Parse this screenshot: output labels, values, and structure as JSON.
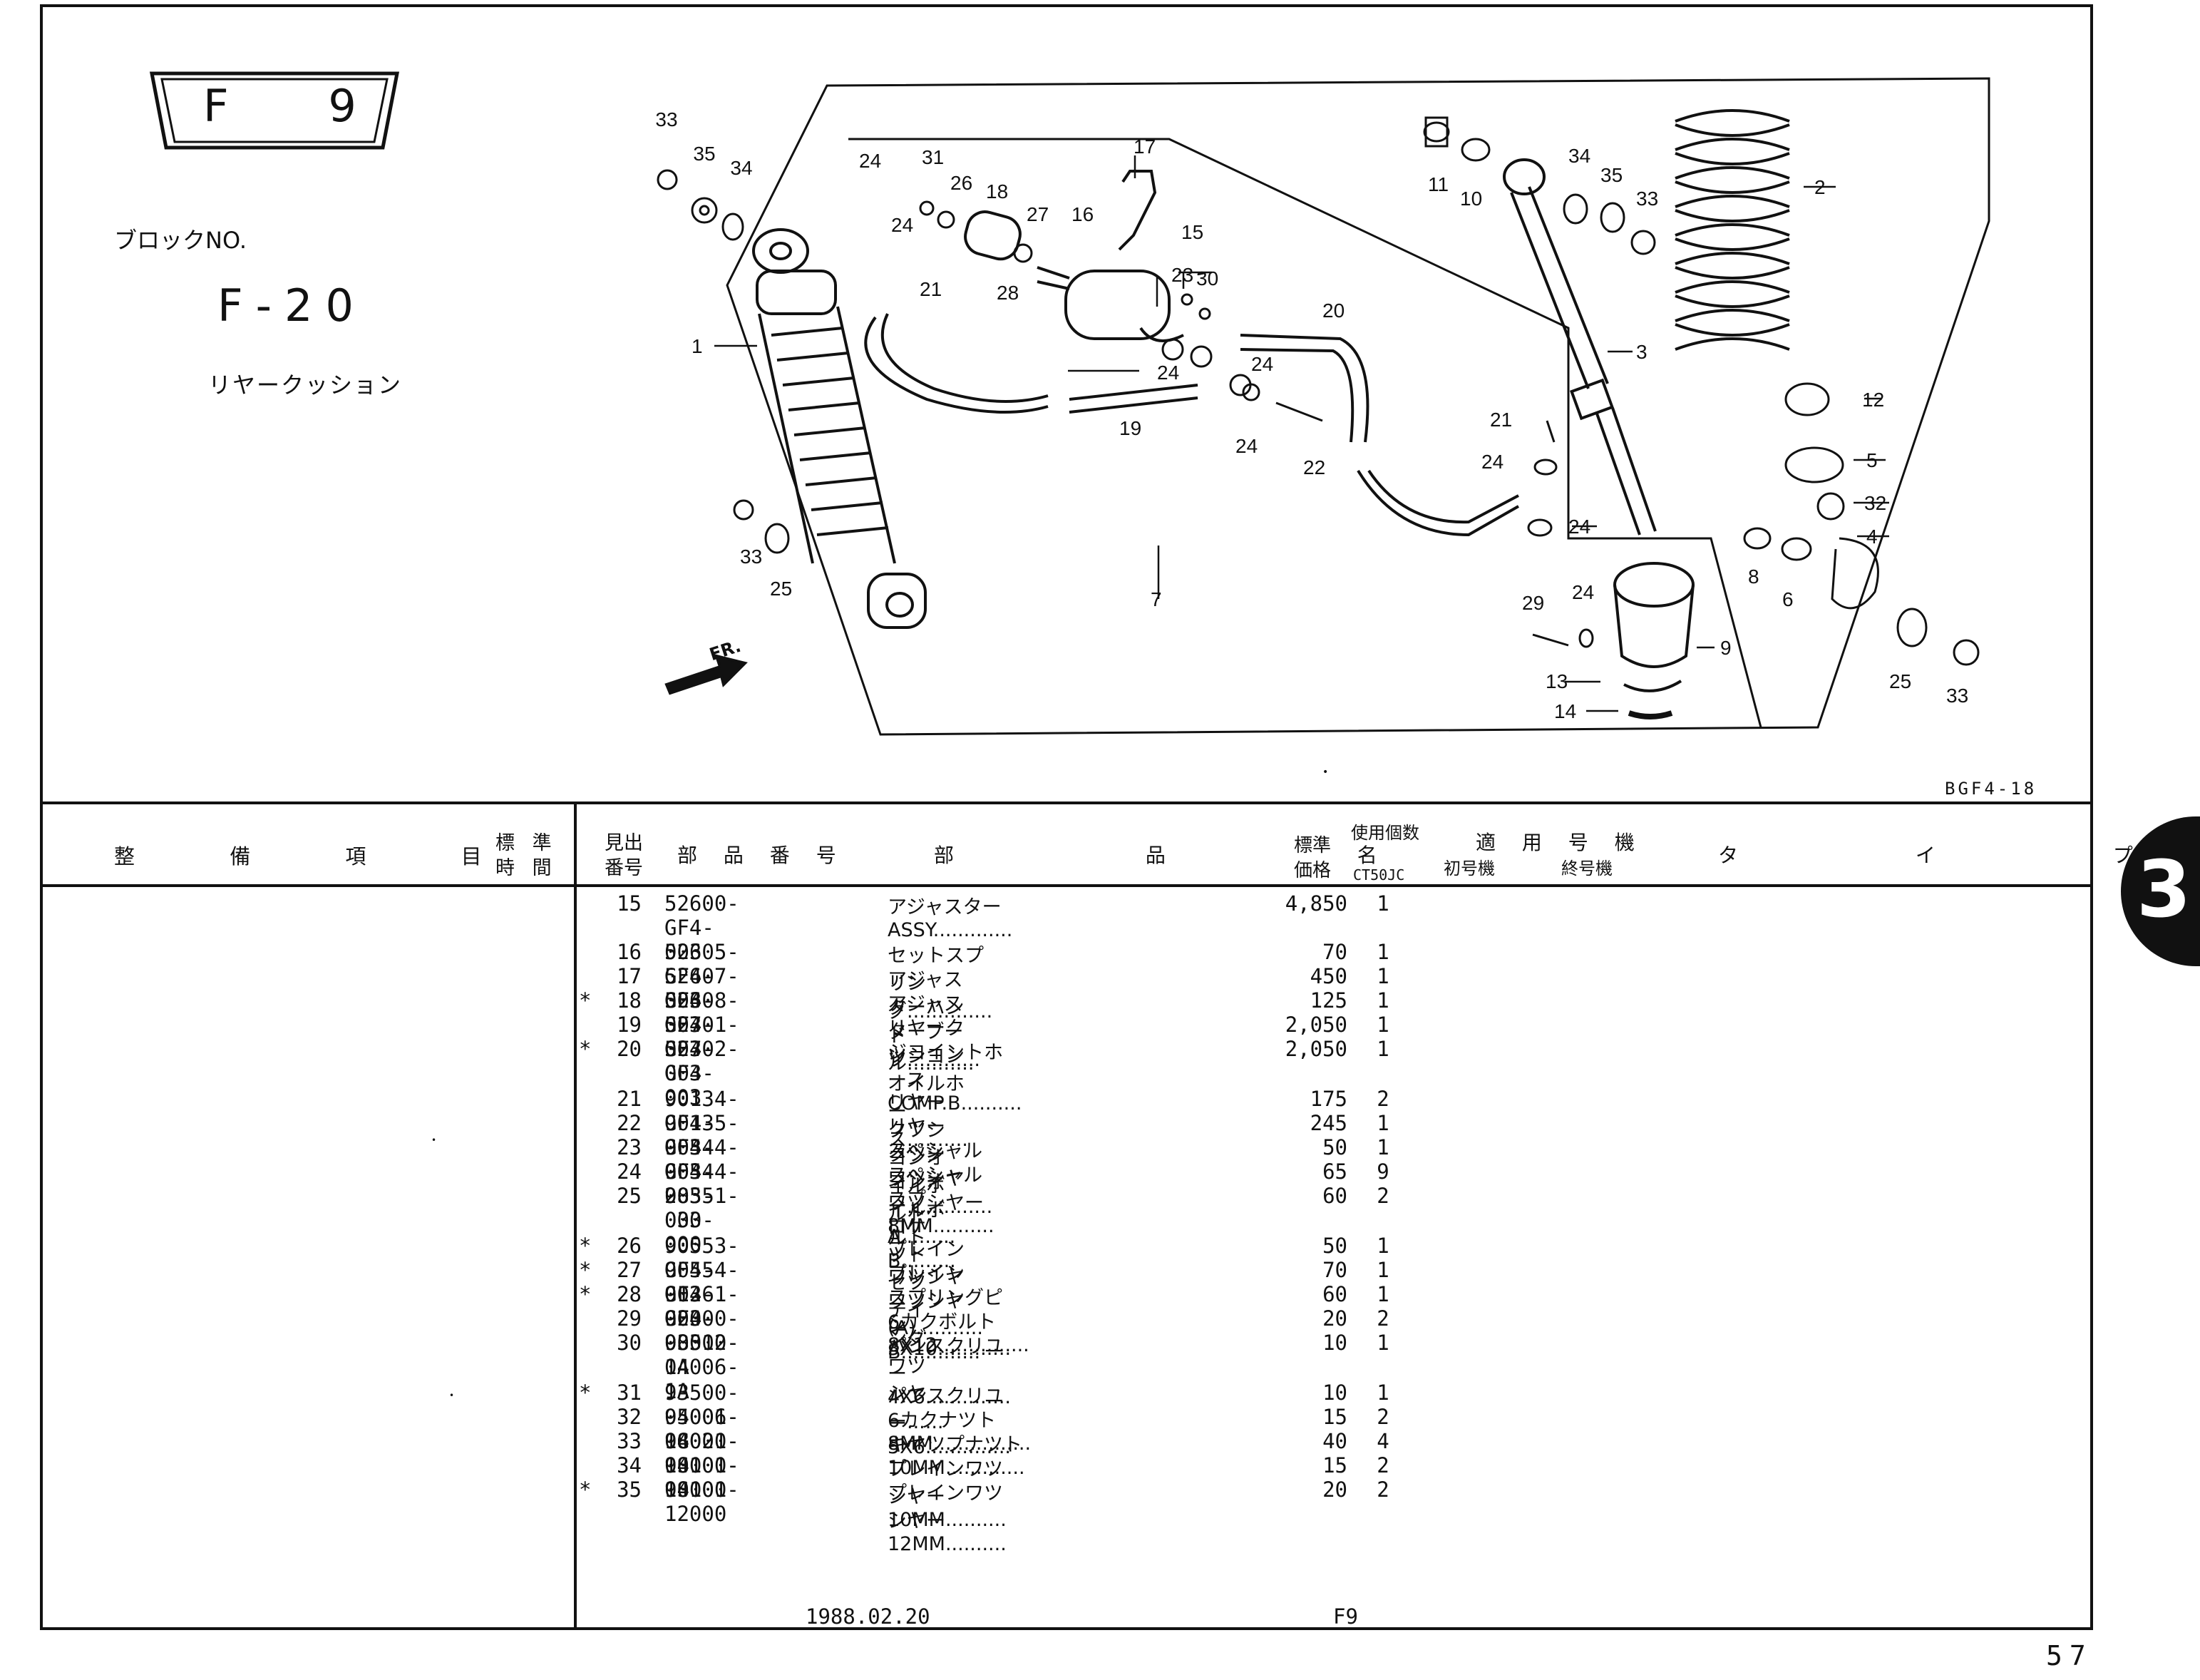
{
  "block": {
    "badge": "F 9",
    "block_no_label": "ブロックNO.",
    "block_no": "F-20",
    "name": "リヤークッション"
  },
  "diagram": {
    "ref_code": "BGF4-18",
    "fr_label": "FR.",
    "callouts": [
      "1",
      "2",
      "3",
      "4",
      "5",
      "6",
      "7",
      "8",
      "9",
      "10",
      "11",
      "12",
      "13",
      "14",
      "15",
      "16",
      "17",
      "18",
      "19",
      "20",
      "21",
      "22",
      "23",
      "24",
      "25",
      "26",
      "27",
      "28",
      "29",
      "30",
      "31",
      "32",
      "33",
      "34",
      "35"
    ]
  },
  "table_header": {
    "maintenance_item": "整 備 項 目",
    "std_time": [
      "標 準",
      "時 間"
    ],
    "ref_no": [
      "見出",
      "番号"
    ],
    "part_no": "部 品 番 号",
    "part_name": "部 品 名",
    "price": [
      "標準",
      "価格"
    ],
    "qty_label": "使用個数",
    "qty_model": "CT50JC",
    "applicable": "適 用 号 機",
    "first_no": "初号機",
    "last_no": "終号機",
    "type": "タ イ プ"
  },
  "parts": [
    {
      "star": "",
      "ref": "15",
      "part_no": "52600-GF4-003",
      "name": "アジャスターASSY.............",
      "price": "4,850",
      "qty": "1"
    },
    {
      "star": "",
      "ref": "16",
      "part_no": "52605-GF4-003",
      "name": "セットスプリング..............",
      "price": "70",
      "qty": "1"
    },
    {
      "star": "",
      "ref": "17",
      "part_no": "52607-GF4-003",
      "name": "アジャスターハンドル...........",
      "price": "450",
      "qty": "1"
    },
    {
      "star": "*",
      "ref": "18",
      "part_no": "52608-GF4-003",
      "name": "アジャスターブーツ............",
      "price": "125",
      "qty": "1"
    },
    {
      "star": "",
      "ref": "19",
      "part_no": "52701-GF4-003",
      "name": "リヤークツシヨンオイルホース..........",
      "price": "2,050",
      "qty": "1"
    },
    {
      "star": "*",
      "ref": "20",
      "part_no": "52702-GF4-003",
      "name": "ジヨイントホースCOMP.B..........",
      "price": "2,050",
      "qty": "1"
    },
    {
      "star": "",
      "ref": "21",
      "part_no": "90134-GF4-003",
      "name": "リヤークツシヨンオイルボルトA.........",
      "price": "175",
      "qty": "2"
    },
    {
      "star": "",
      "ref": "22",
      "part_no": "90135-GF4-003",
      "name": "リヤークツシヨンオイルボルトB.........",
      "price": "245",
      "qty": "1"
    },
    {
      "star": "",
      "ref": "23",
      "part_no": "90544-GF4-003",
      "name": "スペシャルワツシヤー..............",
      "price": "50",
      "qty": "1"
    },
    {
      "star": "",
      "ref": "24",
      "part_no": "90544-283-000",
      "name": "スペシャルワツシヤー 8MM..........",
      "price": "65",
      "qty": "9"
    },
    {
      "star": "",
      "ref": "25",
      "part_no": "90551-033-000",
      "name": "スプロケツトセツテイングワツシヤー......",
      "price": "60",
      "qty": "2"
    },
    {
      "star": "*",
      "ref": "26",
      "part_no": "90553-GF4-003",
      "name": "プレインワツシヤー (A)...........",
      "price": "50",
      "qty": "1"
    },
    {
      "star": "*",
      "ref": "27",
      "part_no": "90554-GF4-003",
      "name": "プレインワツシヤーB.............",
      "price": "70",
      "qty": "1"
    },
    {
      "star": "*",
      "ref": "28",
      "part_no": "91261-GF4-003",
      "name": "スプリングピン 3X10............",
      "price": "60",
      "qty": "1"
    },
    {
      "star": "",
      "ref": "29",
      "part_no": "92000-08012-1A",
      "name": "6カクボルト 8X12...............",
      "price": "20",
      "qty": "2"
    },
    {
      "star": "",
      "ref": "30",
      "part_no": "93500-04006-1A",
      "name": "パンスクリユー 4X6..............",
      "price": "10",
      "qty": "1"
    },
    {
      "star": "*",
      "ref": "31",
      "part_no": "93500-05006-1G",
      "name": "パンスクリユー 5X6..............",
      "price": "10",
      "qty": "1"
    },
    {
      "star": "",
      "ref": "32",
      "part_no": "94001-08000-0S",
      "name": "6カクナツト 8MM................",
      "price": "15",
      "qty": "2"
    },
    {
      "star": "",
      "ref": "33",
      "part_no": "94021-10000-0S",
      "name": "キヤツプナツト 10MM.............",
      "price": "40",
      "qty": "4"
    },
    {
      "star": "",
      "ref": "34",
      "part_no": "94101-10000",
      "name": "プレインワツシヤー 10MM..........",
      "price": "15",
      "qty": "2"
    },
    {
      "star": "*",
      "ref": "35",
      "part_no": "94101-12000",
      "name": "プレインワツシヤー 12MM..........",
      "price": "20",
      "qty": "2"
    }
  ],
  "footer": {
    "date": "1988.02.20",
    "code": "F9",
    "page": "57"
  },
  "side_tab": "3"
}
